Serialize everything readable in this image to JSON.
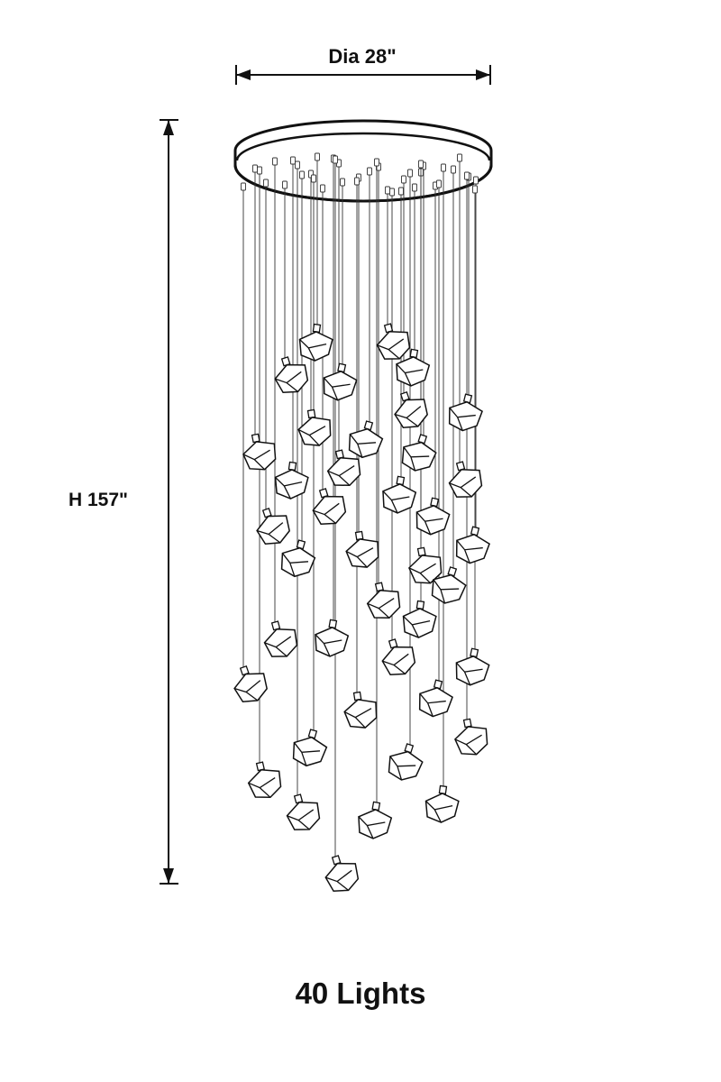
{
  "dimensions": {
    "diameter_label": "Dia 28\"",
    "height_label": "H 157\""
  },
  "caption": "40 Lights",
  "fixture": {
    "type": "round canopy chandelier with cube crystal pendants",
    "pendant_count": 40,
    "line_color": "#111111"
  }
}
